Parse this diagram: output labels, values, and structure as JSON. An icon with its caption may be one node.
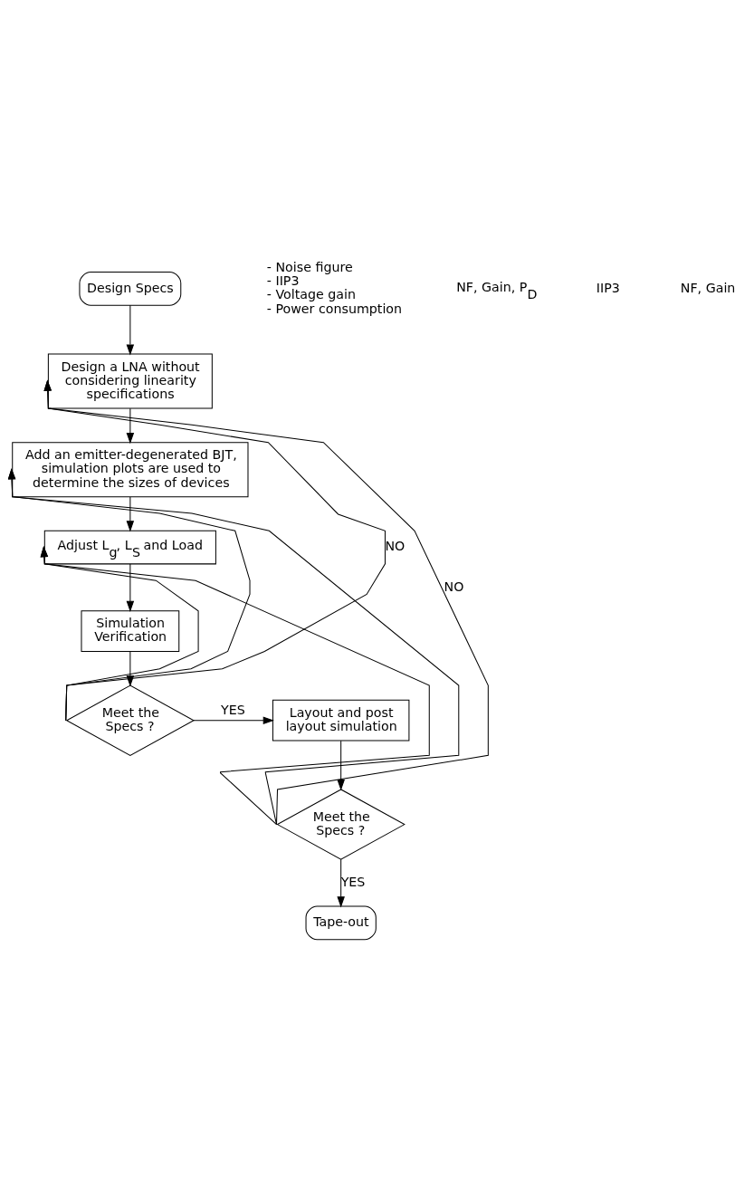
{
  "diagram": {
    "nodes": [
      {
        "text": [
          "Design Specs"
        ],
        "beside": [
          "- Noise figure",
          "- IIP3",
          "- Voltage gain",
          "- Power consumption"
        ]
      },
      {
        "text": [
          "Design a LNA without considering linearity specifications"
        ]
      },
      {
        "text": [
          "Add an emitter-degenerated BJT, simulation plots are used to determine the sizes of devices"
        ]
      },
      {
        "text": [
          "Adjust L$_{g}$, L$_{S}$ and Load"
        ]
      },
      {
        "text": [
          "Simulation Verification"
        ]
      },
      {
        "text": [
          "Meet the Specs ?"
        ]
      },
      {
        "text": [
          "Layout and post layout simulation"
        ]
      },
      {
        "text": [
          "Meet the Specs ?"
        ]
      },
      {
        "text": [
          "Tape-out"
        ]
      }
    ],
    "edges": [
      {
        "from": 0,
        "to": 1,
        "arrow": "to"
      },
      {
        "from": 1,
        "to": 2,
        "arrow": "to"
      },
      {
        "from": 2,
        "to": 3,
        "arrow": "to"
      },
      {
        "from": 3,
        "to": 4,
        "arrow": "to"
      },
      {
        "from": 4,
        "to": 5,
        "arrow": "to"
      },
      {
        "from": 5,
        "to": 6,
        "arrow": "to",
        "label": "YES"
      },
      {
        "from": 6,
        "to": 7,
        "arrow": "to"
      },
      {
        "from": 7,
        "to": 8,
        "arrow": "to",
        "label": "YES"
      },
      {
        "from": 5,
        "to": 1,
        "arrow": "to",
        "label": "NO"
      },
      {
        "from": 5,
        "to": 2,
        "arrow": "to"
      },
      {
        "from": 5,
        "to": 3,
        "arrow": "to"
      },
      {
        "from": 7,
        "to": 1,
        "arrow": "to",
        "label": "NO"
      },
      {
        "from": 7,
        "to": 2,
        "arrow": "to"
      },
      {
        "from": 7,
        "to": 3,
        "arrow": "to"
      }
    ],
    "labels": [
      "NF, Gain, P$_{D}$",
      "IIP3",
      "NF, Gain"
    ]
  }
}
